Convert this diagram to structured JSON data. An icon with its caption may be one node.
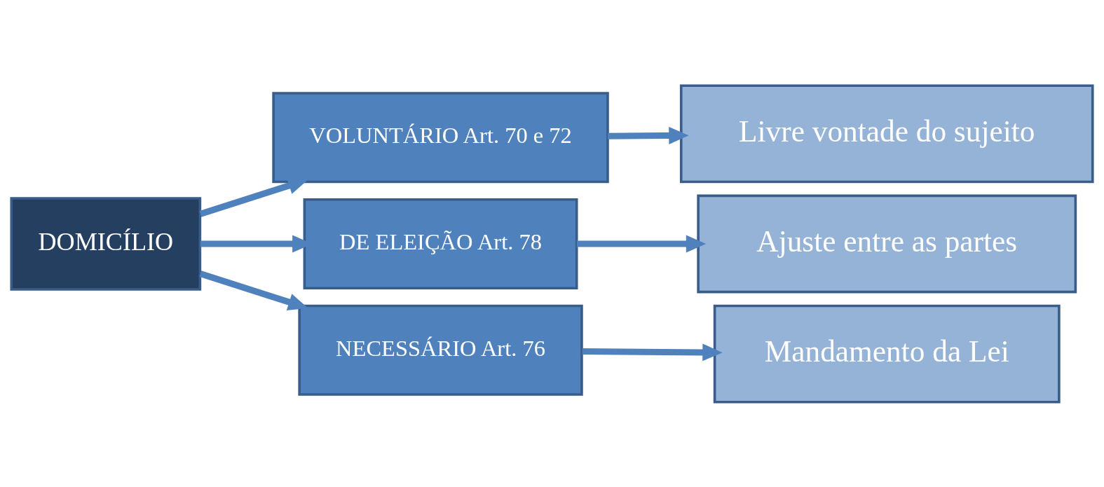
{
  "diagram": {
    "nodes": [
      {
        "text": [
          "DOMICÍLIO"
        ]
      },
      {
        "text": [
          "VOLUNTÁRIO Art. 70 e 72"
        ]
      },
      {
        "text": [
          "DE ELEIÇÃO Art. 78"
        ]
      },
      {
        "text": [
          "NECESSÁRIO Art. 76"
        ]
      },
      {
        "text": [
          "Livre vontade do sujeito"
        ]
      },
      {
        "text": [
          "Ajuste entre as partes"
        ]
      },
      {
        "text": [
          "Mandamento da Lei"
        ]
      }
    ],
    "edges": [
      {
        "from": 0,
        "to": 1,
        "arrow": "to"
      },
      {
        "from": 0,
        "to": 2,
        "arrow": "to"
      },
      {
        "from": 0,
        "to": 3,
        "arrow": "to"
      },
      {
        "from": 1,
        "to": 4,
        "arrow": "to"
      },
      {
        "from": 2,
        "to": 5,
        "arrow": "to"
      },
      {
        "from": 3,
        "to": 6,
        "arrow": "to"
      }
    ]
  }
}
